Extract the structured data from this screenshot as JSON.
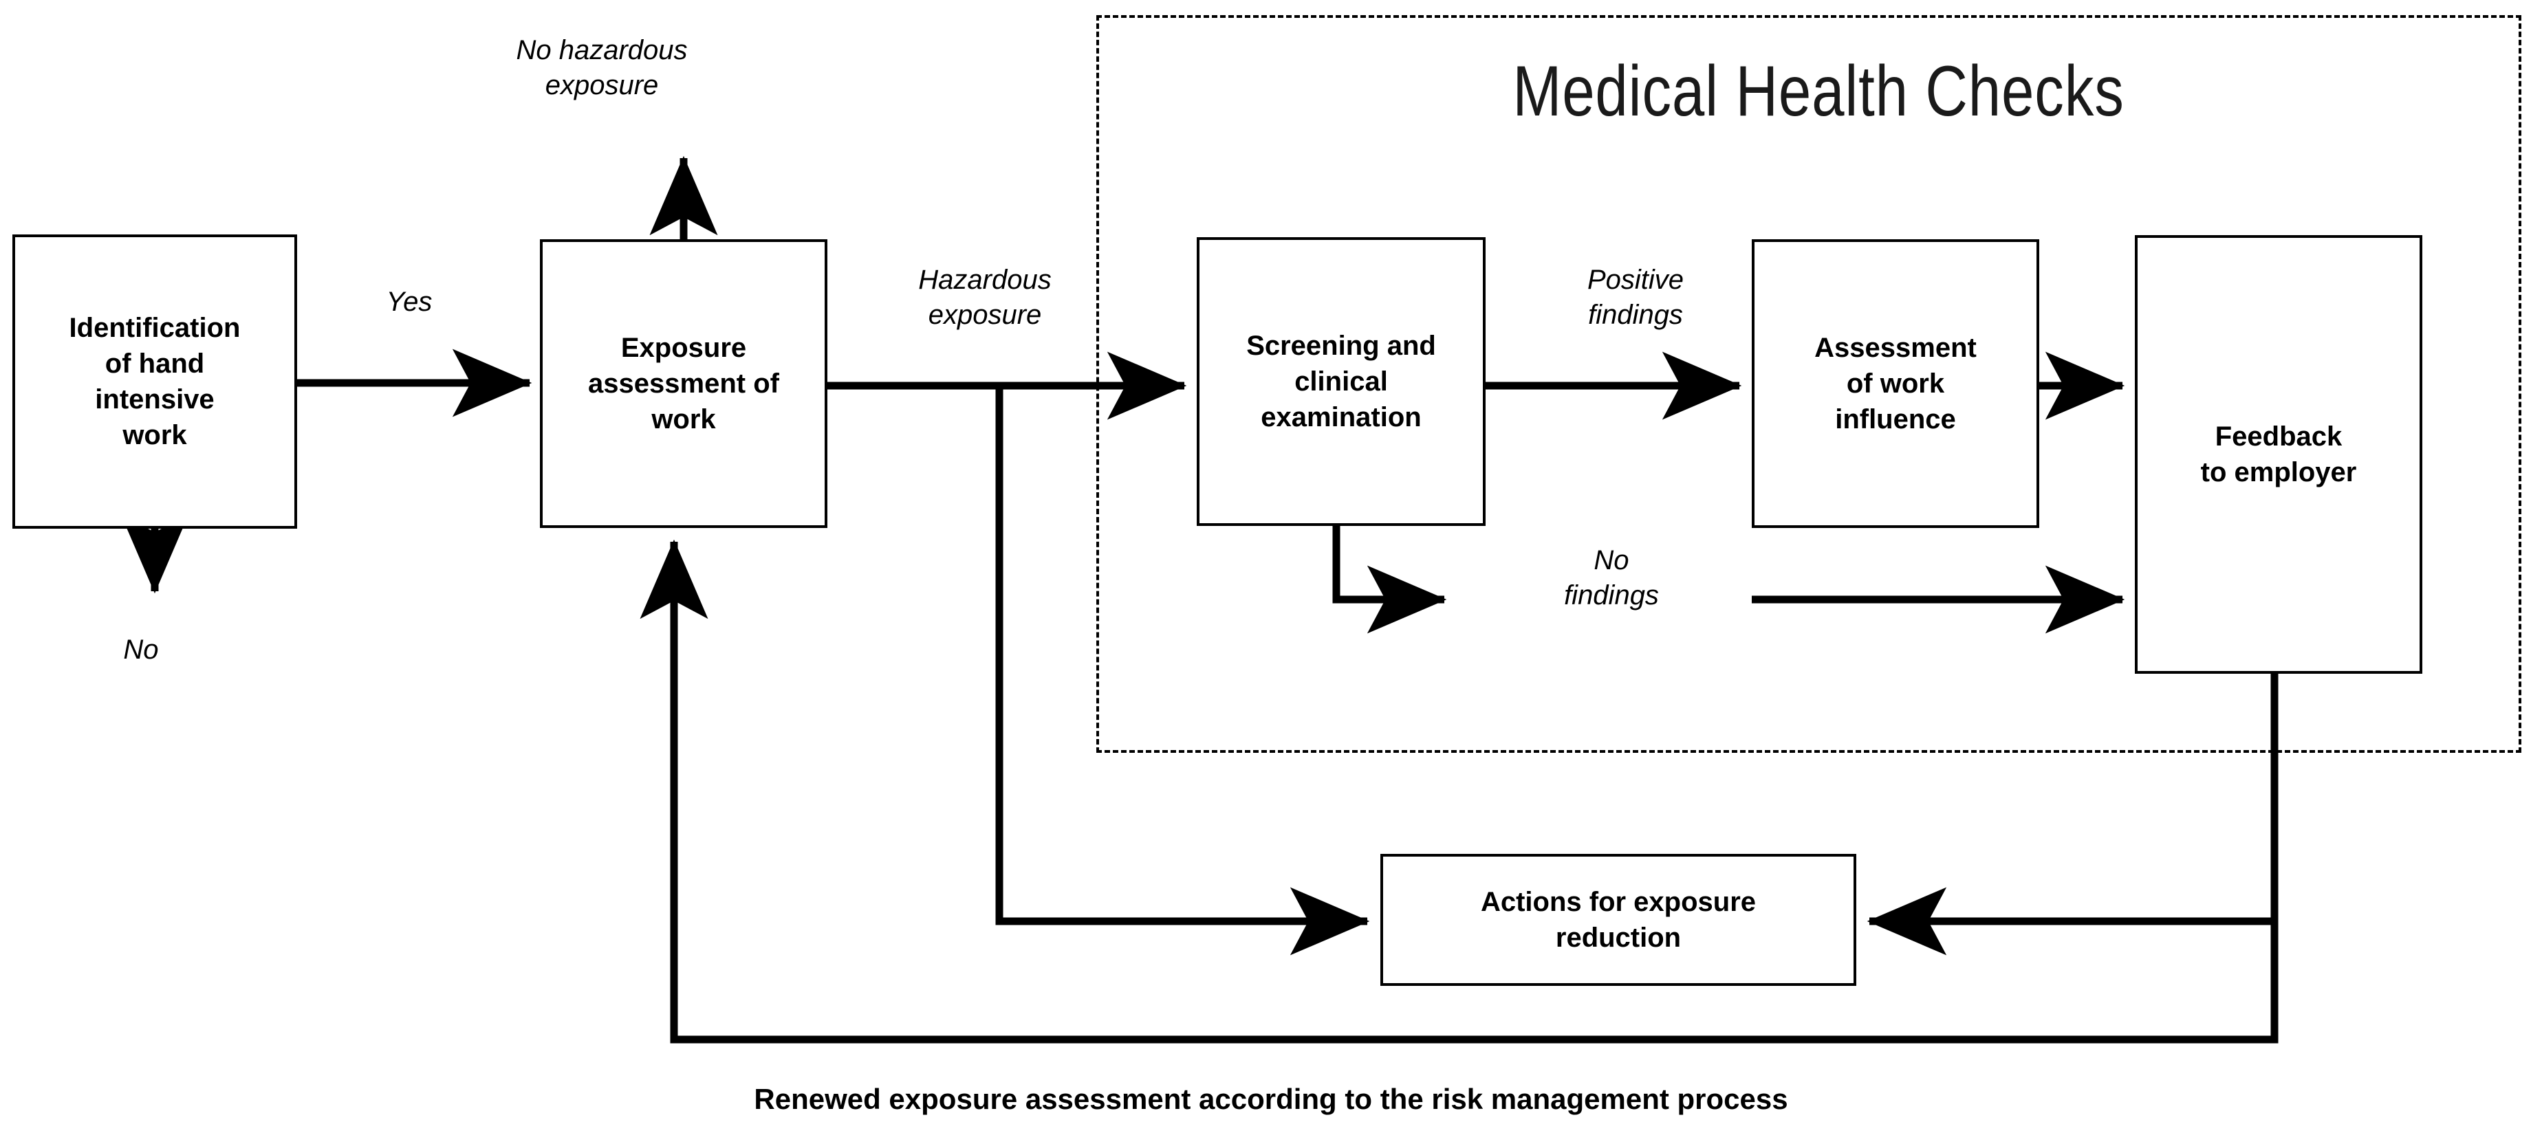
{
  "diagram": {
    "title": "Medical Health Checks",
    "caption": "Renewed exposure assessment according to the risk management process",
    "nodes": {
      "identification": "Identification\nof hand\nintensive\nwork",
      "exposure_assessment": "Exposure\nassessment of\nwork",
      "screening": "Screening and\nclinical\nexamination",
      "assessment_work_influence": "Assessment\nof work\ninfluence",
      "feedback": "Feedback\nto employer",
      "actions": "Actions for exposure\nreduction"
    },
    "edge_labels": {
      "no_hazardous_exposure": "No hazardous\nexposure",
      "yes": "Yes",
      "no": "No",
      "hazardous_exposure": "Hazardous\nexposure",
      "positive_findings": "Positive\nfindings",
      "no_findings": "No\nfindings"
    },
    "group_box": {
      "label": "Medical Health Checks",
      "style": "dashed"
    },
    "colors": {
      "stroke": "#000000",
      "background": "#ffffff",
      "text": "#000000"
    }
  }
}
